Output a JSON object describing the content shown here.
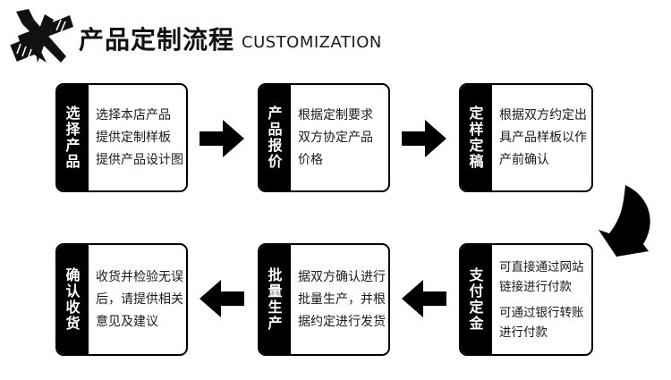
{
  "header": {
    "icon": "crossed-brushes-icon",
    "title_cn": "产品定制流程",
    "title_en": "CUSTOMIZATION"
  },
  "colors": {
    "label_bg": "#000000",
    "label_text": "#ffffff",
    "box_border": "#000000",
    "body_text": "#1a1a1a",
    "background": "#ffffff"
  },
  "flow": {
    "steps": [
      {
        "index": 1,
        "label": "选择产品",
        "lines": [
          "选择本店产品",
          "提供定制样板",
          "提供产品设计图"
        ]
      },
      {
        "index": 2,
        "label": "产品报价",
        "lines": [
          "根据定制要求",
          "双方协定产品",
          "价格"
        ]
      },
      {
        "index": 3,
        "label": "定样定稿",
        "lines": [
          "根据双方约定出",
          "具产品样板以作",
          "产前确认"
        ]
      },
      {
        "index": 4,
        "label": "支付定金",
        "lines": [
          "可直接通过网站",
          "链接进行付款",
          "可通过银行转账",
          "进行付款"
        ]
      },
      {
        "index": 5,
        "label": "批量生产",
        "lines": [
          "据双方确认进行",
          "批量生产，并根",
          "据约定进行发货"
        ]
      },
      {
        "index": 6,
        "label": "确认收货",
        "lines": [
          "收货并检验无误",
          "后，请提供相关",
          "意见及建议"
        ]
      }
    ],
    "arrows": [
      {
        "name": "arrow-right-step1-step2",
        "direction": "right"
      },
      {
        "name": "arrow-right-step2-step3",
        "direction": "right"
      },
      {
        "name": "arrow-curved-step3-step4",
        "direction": "curved-down-left"
      },
      {
        "name": "arrow-left-step4-step5",
        "direction": "left"
      },
      {
        "name": "arrow-left-step5-step6",
        "direction": "left"
      }
    ]
  }
}
